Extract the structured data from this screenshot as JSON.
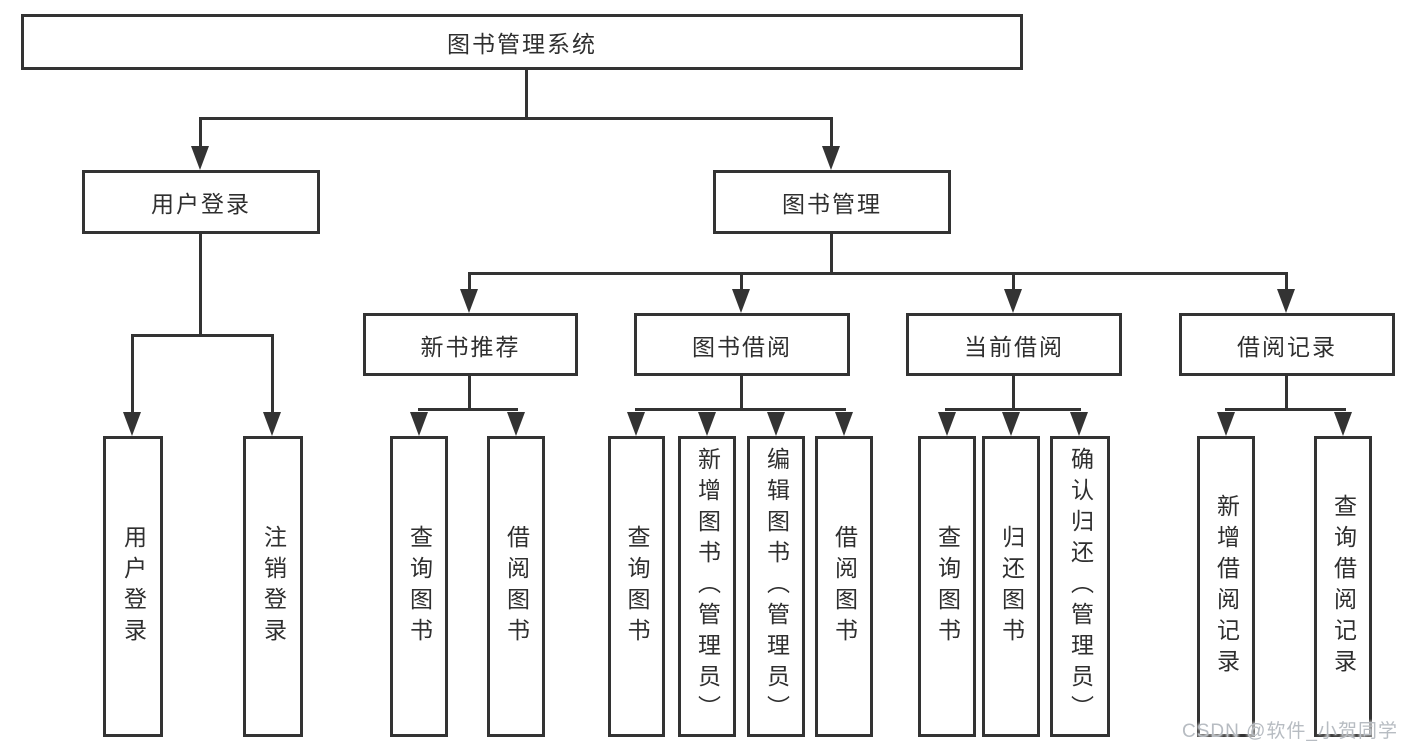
{
  "tree": {
    "root": {
      "label": "图书管理系统",
      "children": [
        {
          "label": "用户登录",
          "children": [
            {
              "label": "用户登录"
            },
            {
              "label": "注销登录"
            }
          ]
        },
        {
          "label": "图书管理",
          "children": [
            {
              "label": "新书推荐",
              "children": [
                {
                  "label": "查询图书"
                },
                {
                  "label": "借阅图书"
                }
              ]
            },
            {
              "label": "图书借阅",
              "children": [
                {
                  "label": "查询图书"
                },
                {
                  "label": "新增图书（管理员）"
                },
                {
                  "label": "编辑图书（管理员）"
                },
                {
                  "label": "借阅图书"
                }
              ]
            },
            {
              "label": "当前借阅",
              "children": [
                {
                  "label": "查询图书"
                },
                {
                  "label": "归还图书"
                },
                {
                  "label": "确认归还（管理员）"
                }
              ]
            },
            {
              "label": "借阅记录",
              "children": [
                {
                  "label": "新增借阅记录"
                },
                {
                  "label": "查询借阅记录"
                }
              ]
            }
          ]
        }
      ]
    }
  },
  "watermark": "CSDN @软件_小贺同学",
  "colors": {
    "line": "#333333",
    "text": "#2f2f2f",
    "watermark": "#b7bcc2",
    "background": "#ffffff"
  }
}
